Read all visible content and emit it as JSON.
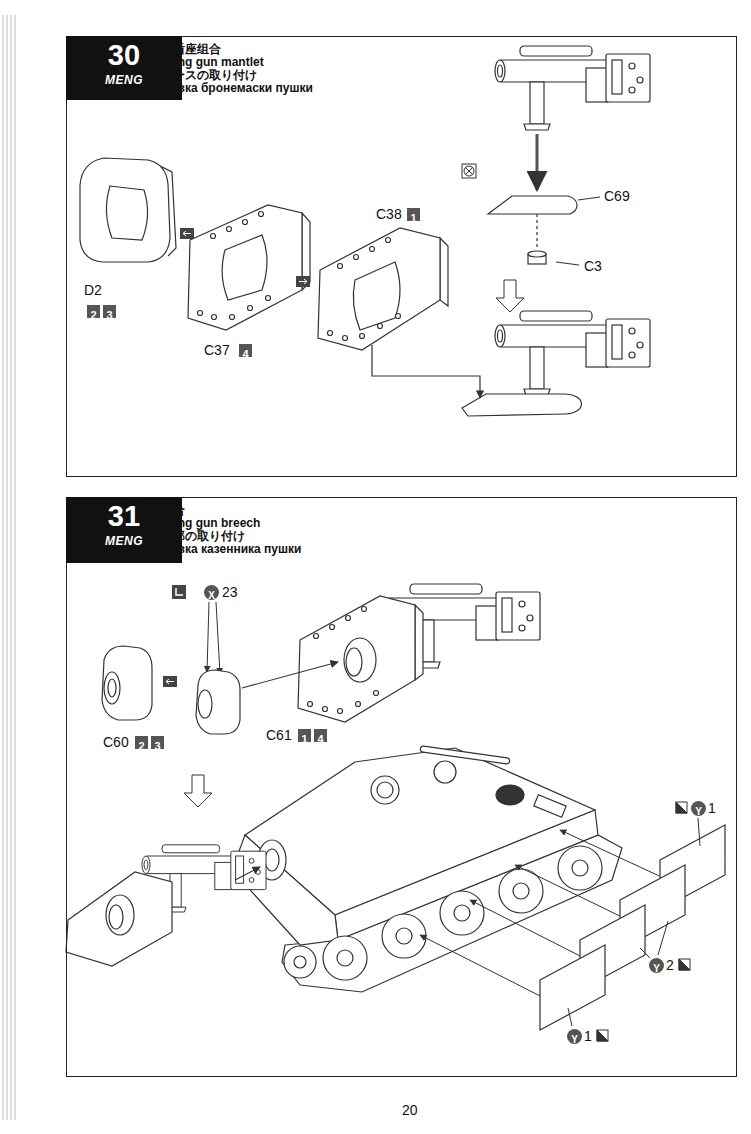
{
  "diagram": {
    "nodes": [
      {
        "text": [
          "火炮防盾座组合",
          "Attaching gun mantlet",
          "防盾ベースの取り付け",
          "Установка бронемаски пушки"
        ]
      },
      {
        "text": [
          "30",
          "MENG"
        ],
        "in": 0
      },
      {
        "text": [
          "2"
        ],
        "in": 0
      },
      {
        "text": [
          "3"
        ],
        "in": 0
      },
      {
        "text": [
          "4"
        ],
        "in": 0
      },
      {
        "text": [
          "1"
        ],
        "in": 0
      },
      {
        "text": [
          "炮尾组合",
          "Attaching gun breech",
          "火砲後部の取り付け",
          "Установка казенника пушки"
        ]
      },
      {
        "text": [
          "31",
          "MENG"
        ],
        "in": 6
      },
      {
        "text": [
          "X"
        ],
        "in": 6
      },
      {
        "text": [
          "2"
        ],
        "in": 6
      },
      {
        "text": [
          "3"
        ],
        "in": 6
      },
      {
        "text": [
          "1"
        ],
        "in": 6
      },
      {
        "text": [
          "4"
        ],
        "in": 6
      },
      {
        "text": [
          "Y"
        ],
        "in": 6
      },
      {
        "text": [
          "Y"
        ],
        "in": 6
      },
      {
        "text": [
          "Y"
        ],
        "in": 6
      }
    ],
    "labels": [
      "D2",
      "C37",
      "C38",
      "C69",
      "C3",
      "23",
      "C60",
      "C61",
      "1",
      "2",
      "1",
      "20"
    ]
  }
}
